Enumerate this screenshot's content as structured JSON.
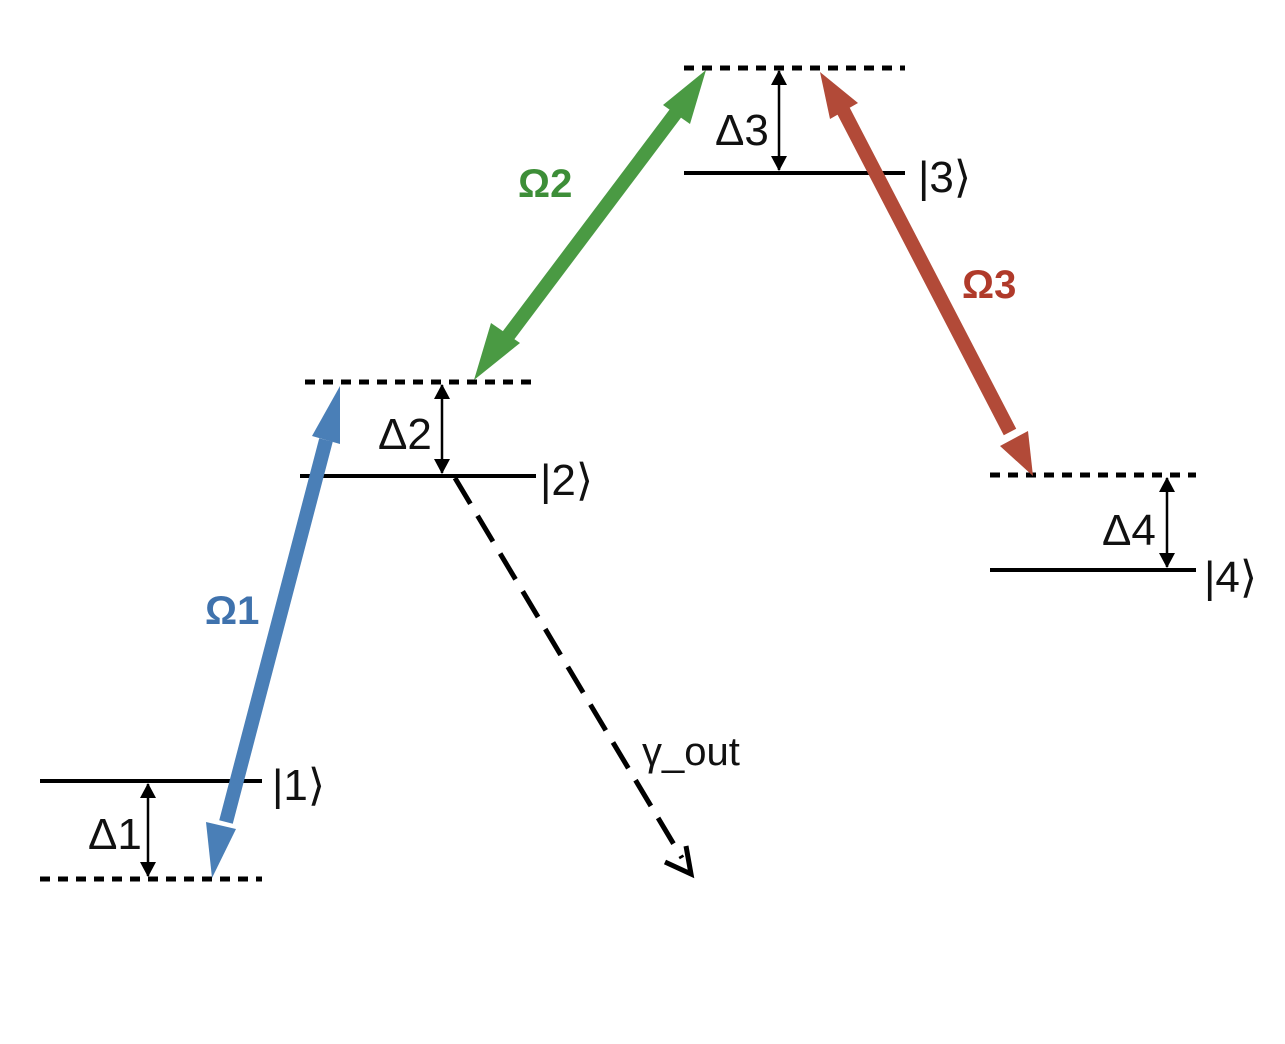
{
  "diagram": {
    "levels": [
      {
        "ket": "|1⟩",
        "detuning": "Δ1"
      },
      {
        "ket": "|2⟩",
        "detuning": "Δ2"
      },
      {
        "ket": "|3⟩",
        "detuning": "Δ3"
      },
      {
        "ket": "|4⟩",
        "detuning": "Δ4"
      }
    ],
    "couplings": [
      {
        "label": "Ω1",
        "color": "#4a7fb7"
      },
      {
        "label": "Ω2",
        "color": "#4a9a43"
      },
      {
        "label": "Ω3",
        "color": "#b24a38"
      }
    ],
    "decay": {
      "label": "γ_out"
    },
    "colors": {
      "line": "#000000",
      "text": "#111111"
    }
  }
}
